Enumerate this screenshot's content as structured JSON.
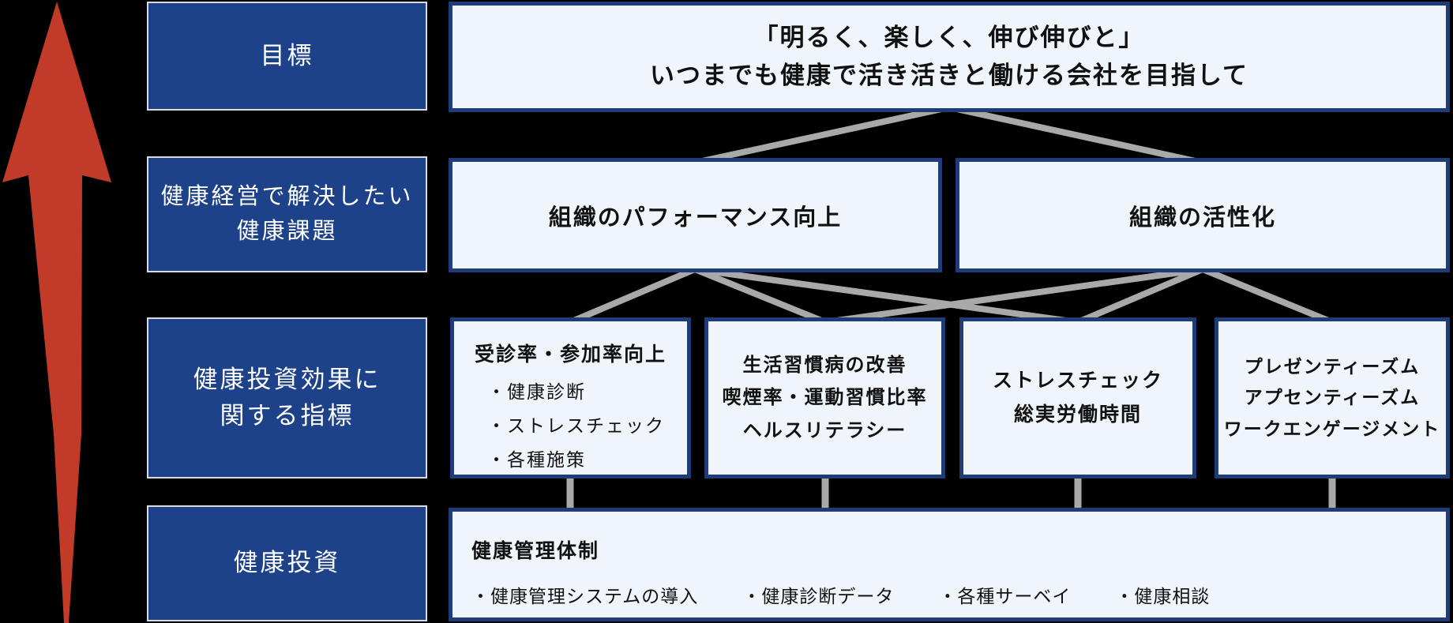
{
  "colors": {
    "background": "#000000",
    "label_blue": "#1e4289",
    "content_border_navy": "#1f3c78",
    "content_fill": "#f0f5fc",
    "connector_gray": "#a9a9a9",
    "arrow_red": "#c23b28",
    "label_text": "#ffffff",
    "content_text": "#111111"
  },
  "arrow_icon": "upward-arrow",
  "left_labels": {
    "goal": "目標",
    "issues": [
      "健康経営で解決したい",
      "健康課題"
    ],
    "indicators": [
      "健康投資効果に",
      "関する指標"
    ],
    "investment": "健康投資"
  },
  "goal_box": {
    "lines": [
      "「明るく、楽しく、伸び伸びと」",
      "いつまでも健康で活き活きと働ける会社を目指して"
    ]
  },
  "issue_boxes": [
    {
      "title": "組織のパフォーマンス向上"
    },
    {
      "title": "組織の活性化"
    }
  ],
  "indicator_boxes": [
    {
      "title": "受診率・参加率向上",
      "bullets": [
        "・健康診断",
        "・ストレスチェック",
        "・各種施策"
      ]
    },
    {
      "lines": [
        "生活習慣病の改善",
        "喫煙率・運動習慣比率",
        "ヘルスリテラシー"
      ]
    },
    {
      "lines": [
        "ストレスチェック",
        "総実労働時間"
      ]
    },
    {
      "lines": [
        "プレゼンティーズム",
        "アプセンティーズム",
        "ワークエンゲージメント"
      ]
    }
  ],
  "investment_box": {
    "title": "健康管理体制",
    "items": [
      "・健康管理システムの導入",
      "・健康診断データ",
      "・各種サーベイ",
      "・健康相談"
    ]
  }
}
